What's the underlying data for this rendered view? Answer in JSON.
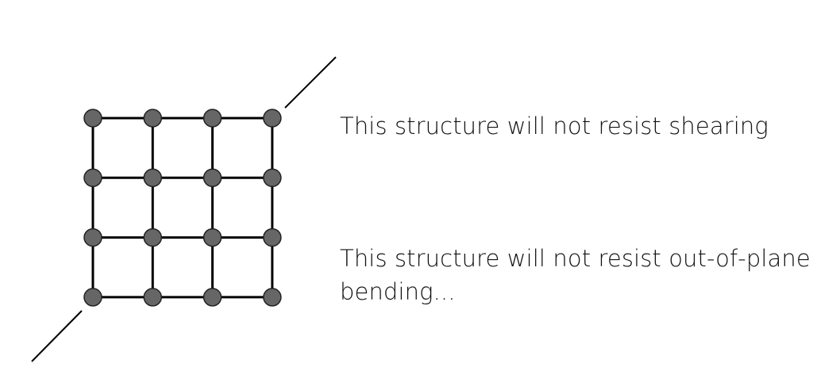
{
  "captions": {
    "shear": "This structure will not resist shearing",
    "bending_line1": "This structure will not resist out-of-plane",
    "bending_line2": "bending..."
  },
  "grid": {
    "rows": 4,
    "cols": 4
  },
  "colors": {
    "node_fill": "#666666",
    "node_stroke": "#222222",
    "edge": "#000000"
  }
}
